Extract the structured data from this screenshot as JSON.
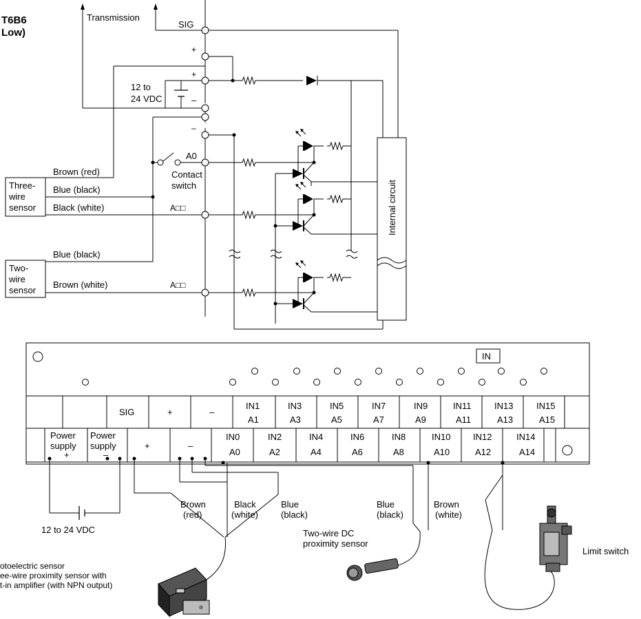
{
  "title": {
    "line1": "T6B6",
    "line2": " Low)"
  },
  "schematic": {
    "transmission": "Transmission",
    "terminals": {
      "sig": "SIG",
      "plus": "+",
      "minus": "–",
      "a0": "A0",
      "axx1": "A□□",
      "axx2": "A□□"
    },
    "supply": {
      "line1": "12 to",
      "line2": "24 VDC",
      "minus": "–"
    },
    "contact_switch": {
      "line1": "Contact",
      "line2": "switch"
    },
    "internal_circuit": "Internal circuit",
    "three_wire": {
      "label1": "Three-",
      "label2": "wire",
      "label3": "sensor",
      "wire1": "Brown (red)",
      "wire2": "Blue (black)",
      "wire3": "Black (white)"
    },
    "two_wire": {
      "label1": "Two-",
      "label2": "wire",
      "label3": "sensor",
      "wire1": "Blue (black)",
      "wire2": "Brown (white)"
    }
  },
  "terminal_block": {
    "in_label": "IN",
    "top_row": [
      "",
      "",
      "SIG",
      "+",
      "–",
      "IN1",
      "IN3",
      "IN5",
      "IN7",
      "IN9",
      "IN11",
      "IN13",
      "IN15"
    ],
    "top_row_sub": [
      "",
      "",
      "",
      "",
      "",
      "A1",
      "A3",
      "A5",
      "A7",
      "A9",
      "A11",
      "A13",
      "A15"
    ],
    "bottom_row": [
      "Power",
      "Power",
      "+",
      "–",
      "IN0",
      "IN2",
      "IN4",
      "IN6",
      "IN8",
      "IN10",
      "IN12",
      "IN14"
    ],
    "bottom_row_mid": [
      "supply",
      "supply"
    ],
    "bottom_row_sub": [
      "+",
      "–",
      "",
      "",
      "A0",
      "A2",
      "A4",
      "A6",
      "A8",
      "A10",
      "A12",
      "A14"
    ]
  },
  "wiring": {
    "supply_label": "12 to 24 VDC",
    "brown_red": {
      "l1": "Brown",
      "l2": "(red)"
    },
    "black_white": {
      "l1": "Black",
      "l2": "(white)"
    },
    "blue_black": {
      "l1": "Blue",
      "l2": "(black)"
    },
    "blue_black2": {
      "l1": "Blue",
      "l2": "(black)"
    },
    "brown_white": {
      "l1": "Brown",
      "l2": "(white)"
    },
    "two_wire_dc": {
      "l1": "Two-wire DC",
      "l2": "proximity sensor"
    },
    "photo": {
      "l1": "otoelectric sensor",
      "l2": "ee-wire proximity sensor with",
      "l3": "t-in amplifier (with NPN output)"
    },
    "limit_switch": "Limit switch"
  }
}
